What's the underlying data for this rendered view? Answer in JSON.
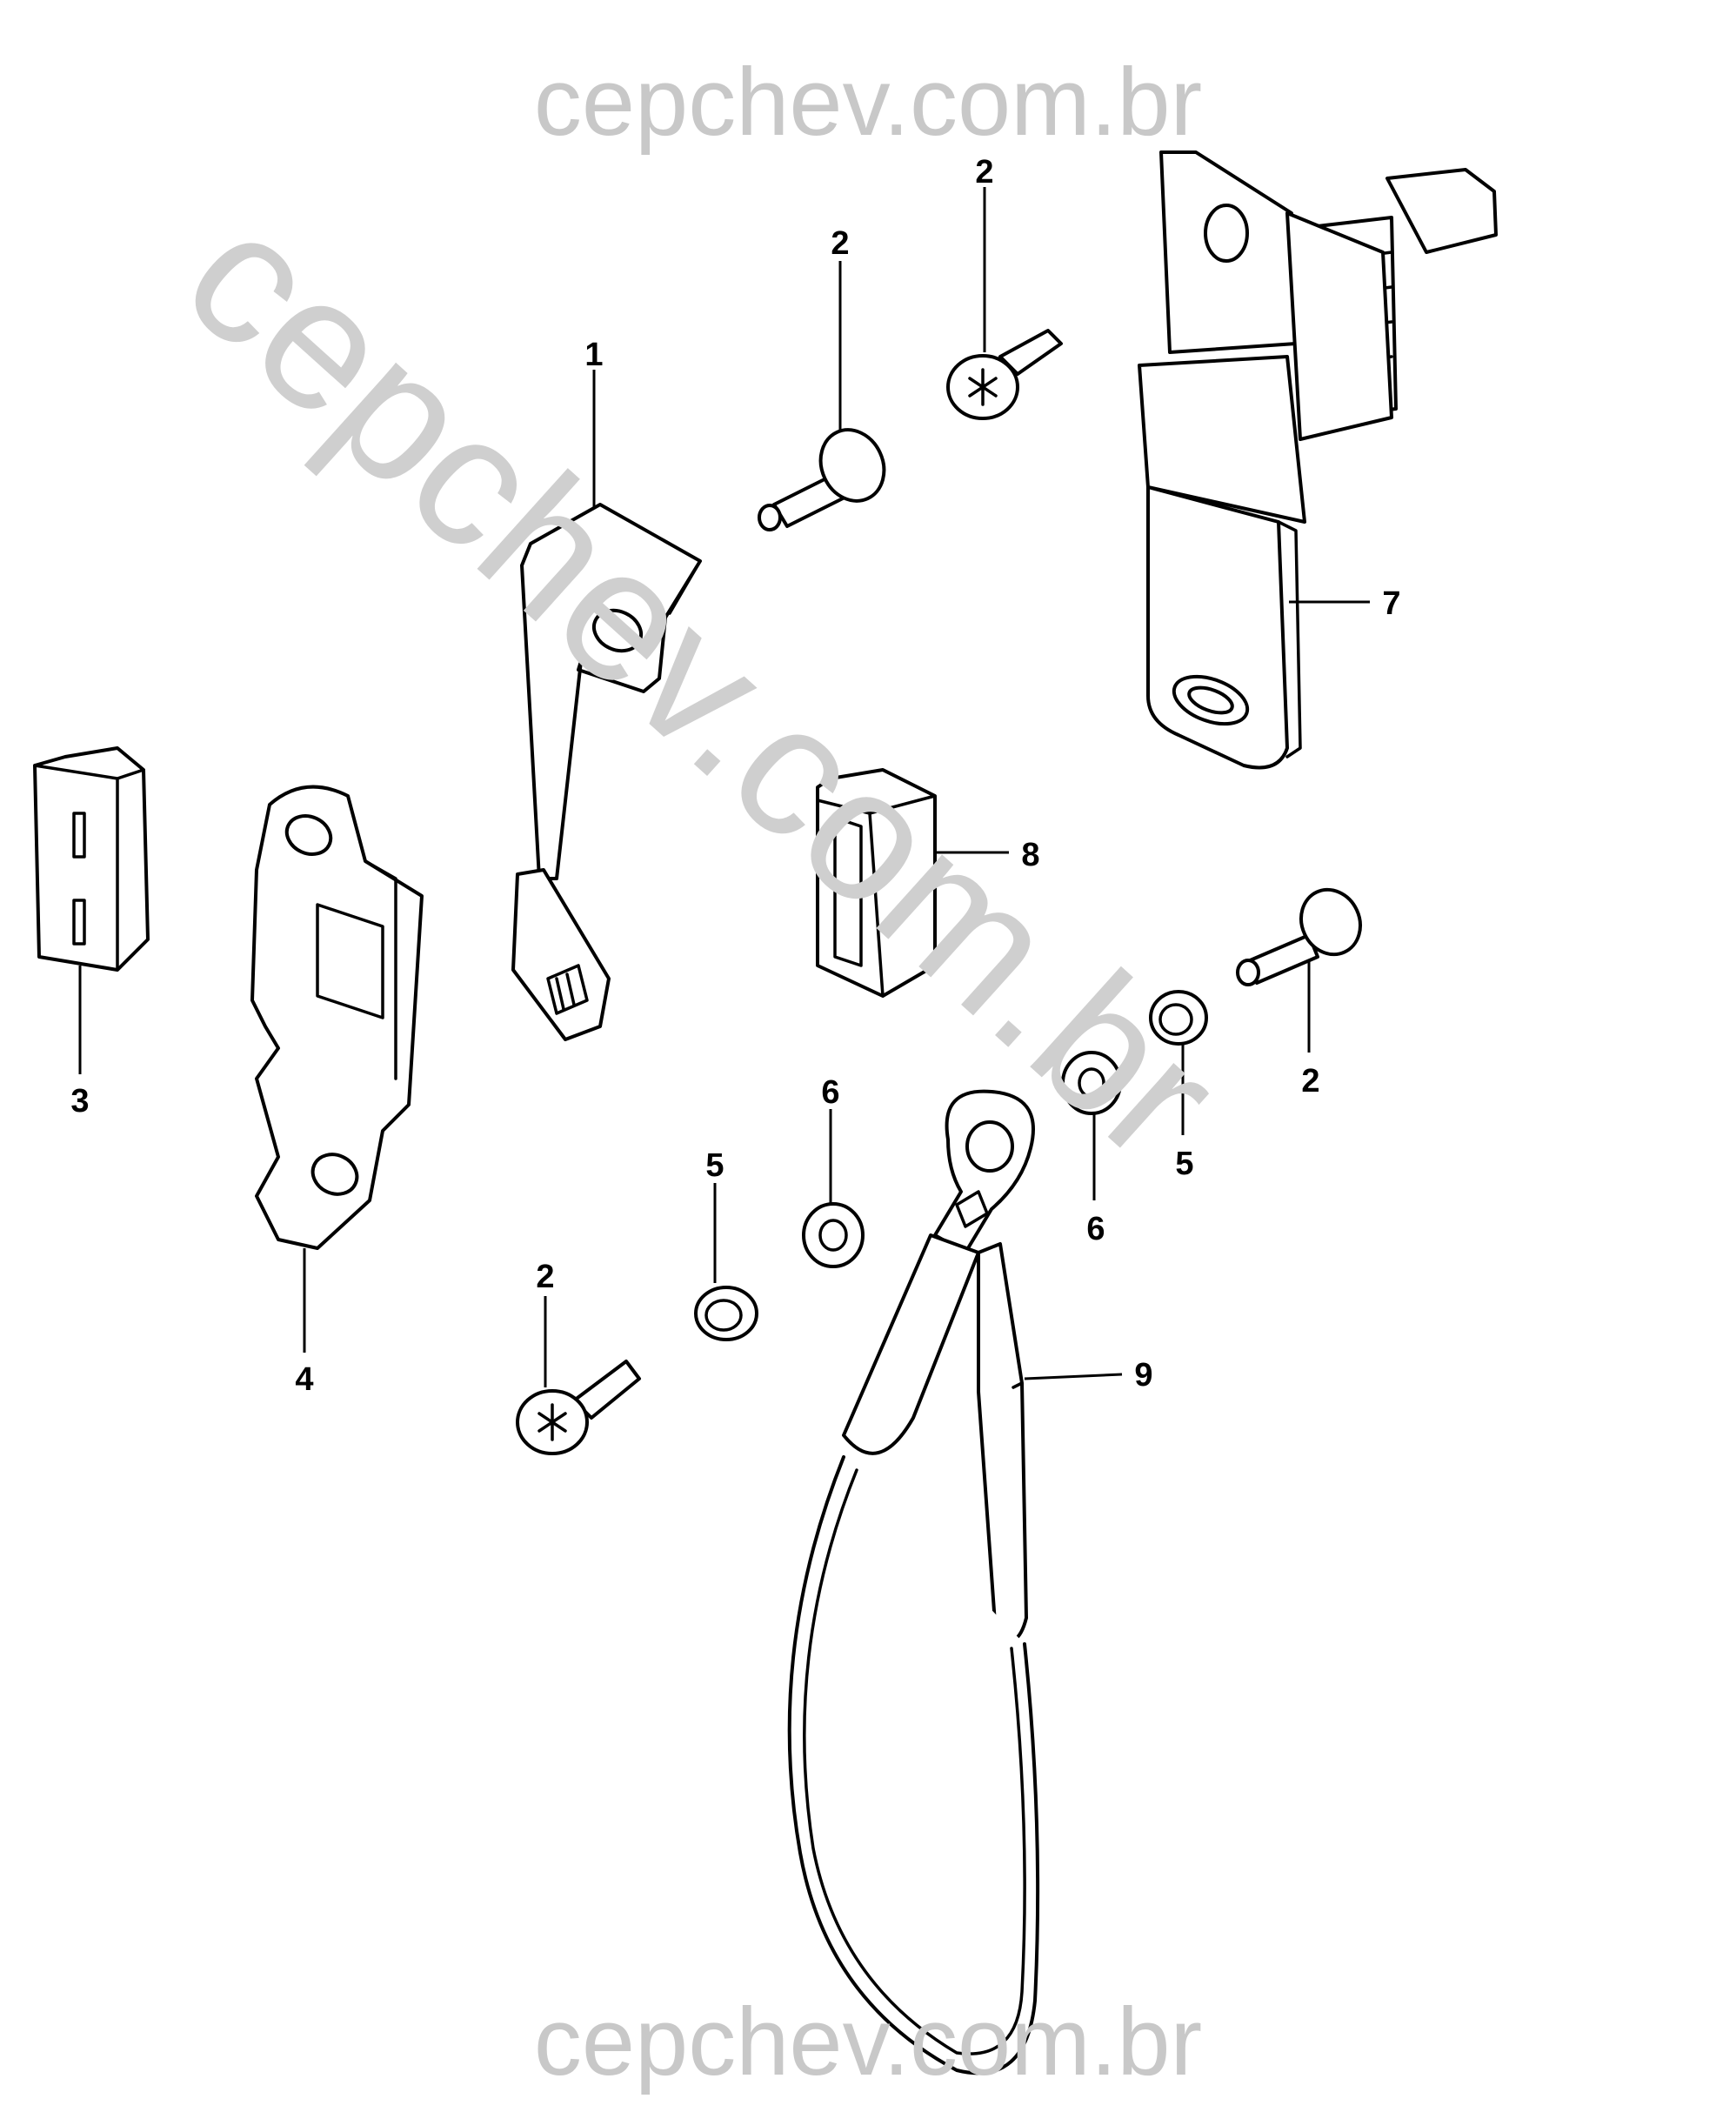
{
  "watermarks": {
    "top": "cepchev.com.br",
    "bottom": "cepchev.com.br",
    "diagonal": "cepchev.com.br"
  },
  "callouts": [
    {
      "id": "c1",
      "label": "1"
    },
    {
      "id": "c2a",
      "label": "2"
    },
    {
      "id": "c2b",
      "label": "2"
    },
    {
      "id": "c2c",
      "label": "2"
    },
    {
      "id": "c2d",
      "label": "2"
    },
    {
      "id": "c3",
      "label": "3"
    },
    {
      "id": "c4",
      "label": "4"
    },
    {
      "id": "c5a",
      "label": "5"
    },
    {
      "id": "c5b",
      "label": "5"
    },
    {
      "id": "c6a",
      "label": "6"
    },
    {
      "id": "c6b",
      "label": "6"
    },
    {
      "id": "c7",
      "label": "7"
    },
    {
      "id": "c8",
      "label": "8"
    },
    {
      "id": "c9",
      "label": "9"
    }
  ],
  "colors": {
    "line": "#000000",
    "watermark": "#c8c8c8",
    "background": "#ffffff"
  }
}
